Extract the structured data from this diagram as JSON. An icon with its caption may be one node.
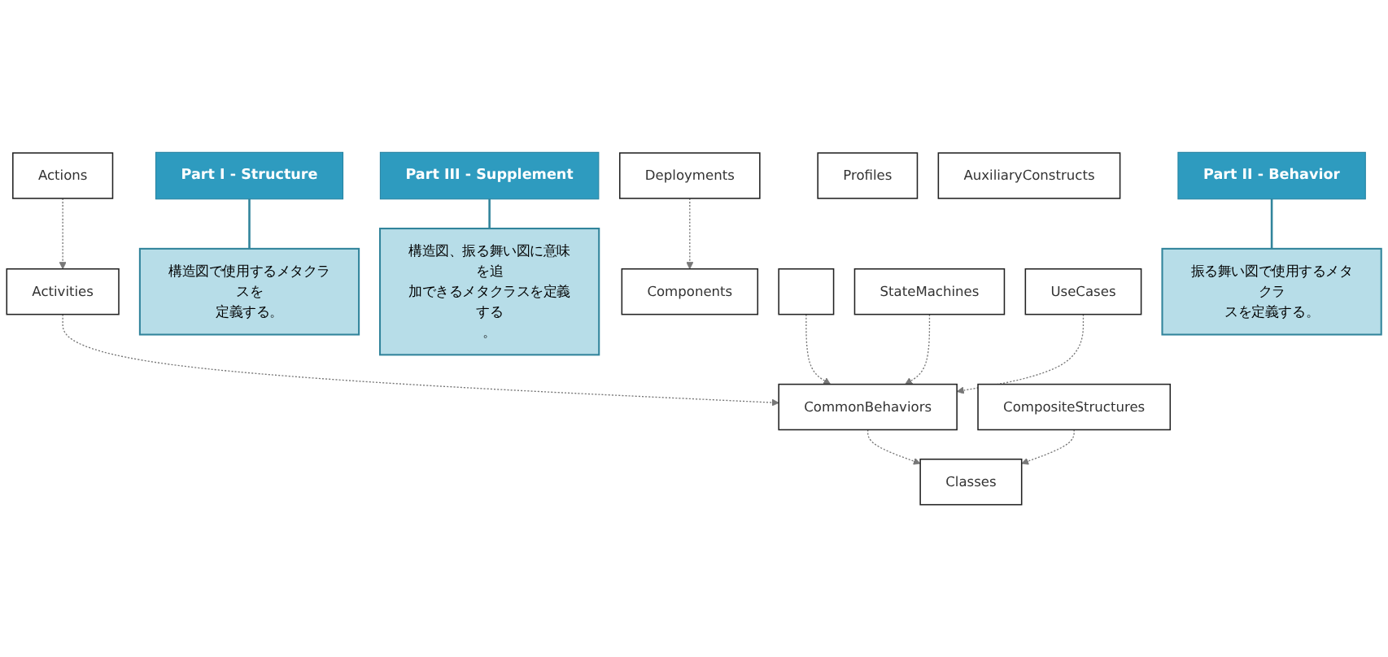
{
  "diagram": {
    "nodes": [
      {
        "text": [
          "Part I - Structure"
        ]
      },
      {
        "text": [
          "Part II - Behavior"
        ]
      },
      {
        "text": [
          "Part III - Supplement"
        ]
      },
      {
        "text": [
          "Classes"
        ]
      },
      {
        "text": [
          "CommonBehaviors"
        ]
      },
      {
        "text": [
          "CompositeStructures"
        ]
      },
      {
        "text": [
          "Activities"
        ]
      },
      {
        "text": [
          "Actions"
        ]
      },
      {
        "text": [
          "Profiles"
        ]
      },
      {
        "text": [
          "AuxiliaryConstructs"
        ]
      },
      {
        "text": [
          "構造図で使用するメタクラスを定義する。"
        ]
      },
      {
        "text": [
          "構造図、振る舞い図に意味を追加できるメタクラスを定義する。"
        ]
      },
      {
        "text": [
          "Components"
        ]
      },
      {
        "text": [],
        "shape": "box"
      },
      {
        "text": [
          "StateMachines"
        ]
      },
      {
        "text": [
          "Deployments"
        ]
      },
      {
        "text": [
          "UseCases"
        ]
      },
      {
        "text": [
          "振る舞い図で使用するメタクラスを定義する。"
        ]
      }
    ],
    "edges": [
      {
        "from": 0,
        "to": 10,
        "arrow": "none"
      },
      {
        "from": 1,
        "to": 17,
        "arrow": "none"
      },
      {
        "from": 2,
        "to": 11,
        "arrow": "none"
      },
      {
        "from": 4,
        "to": 3,
        "arrow": "to",
        "style": "dashed"
      },
      {
        "from": 5,
        "to": 3,
        "arrow": "to",
        "style": "dashed"
      },
      {
        "from": 6,
        "to": 4,
        "arrow": "to",
        "style": "dashed"
      },
      {
        "from": 7,
        "to": 6,
        "arrow": "to",
        "style": "dashed"
      },
      {
        "from": 13,
        "to": 4,
        "arrow": "to",
        "style": "dashed"
      },
      {
        "from": 14,
        "to": 4,
        "arrow": "to",
        "style": "dashed"
      },
      {
        "from": 16,
        "to": 4,
        "arrow": "to",
        "style": "dashed"
      },
      {
        "from": 15,
        "to": 12,
        "arrow": "to",
        "style": "dashed"
      }
    ]
  }
}
